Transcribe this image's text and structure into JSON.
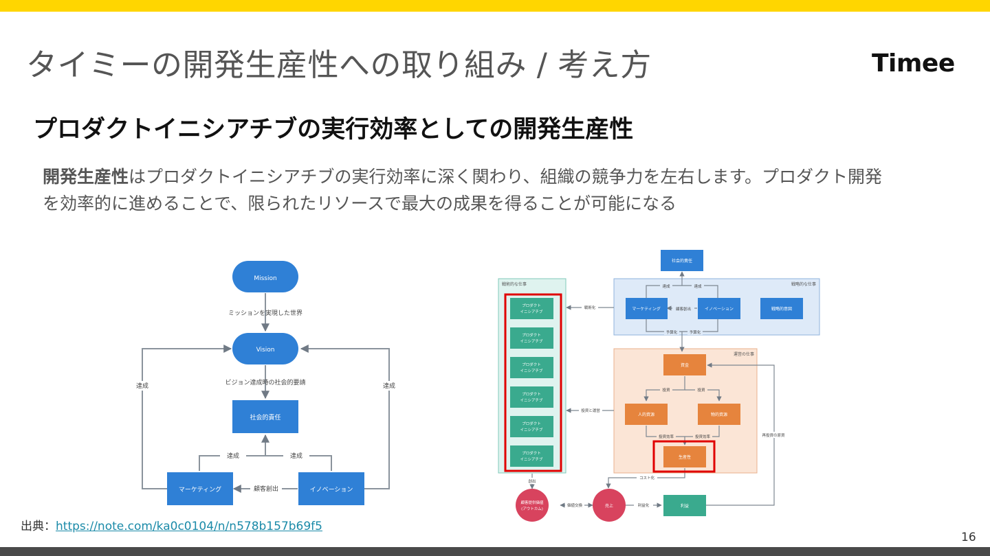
{
  "slide": {
    "title": "タイミーの開発生産性への取り組み / 考え方",
    "logo": "Timee",
    "subtitle": "プロダクトイニシアチブの実行効率としての開発生産性",
    "body_bold": "開発生産性",
    "body_rest": "はプロダクトイニシアチブの実行効率に深く関わり、組織の競争力を左右します。プロダクト開発を効率的に進めることで、限られたリソースで最大の成果を得ることが可能になる",
    "source_label": "出典：",
    "source_url": "https://note.com/ka0c0104/n/n578b157b69f5",
    "page_number": "16"
  },
  "left_diagram": {
    "mission": "Mission",
    "mission_to_vision": "ミッションを実現した世界",
    "vision": "Vision",
    "vision_to_social": "ビジョン達成時の社会的要請",
    "social": "社会的責任",
    "marketing": "マーケティング",
    "innovation": "イノベーション",
    "achieve": "達成",
    "customer_creation": "顧客創出"
  },
  "right_diagram": {
    "social": "社会的責任",
    "strategic_work": "戦略的な仕事",
    "tactical_work": "戦術的な仕事",
    "operational_work": "運営の仕事",
    "achieve": "達成",
    "tactization": "戦術化",
    "marketing": "マーケティング",
    "customer_creation": "顧客創出",
    "innovation": "イノベーション",
    "strategic_intent": "戦略的意図",
    "budgeting": "予算化",
    "initiative": "プロダクトイニシアチブ",
    "initiative_l1": "プロダクト",
    "initiative_l2": "イニシアチブ",
    "capital": "資金",
    "investment": "投資",
    "invest_operate": "投資と運営",
    "human_resources": "人的資源",
    "physical_resources": "物的資源",
    "investment_efficiency": "投資効率",
    "productivity": "生産性",
    "reinvest_source": "再投資の原資",
    "costing": "コスト化",
    "creation": "創出",
    "customer_value_l1": "顧客提供価値",
    "customer_value_l2": "(アウトカム)",
    "value_exchange": "価値交換",
    "sales": "売上",
    "profitization": "利益化",
    "profit": "利益"
  },
  "colors": {
    "accent_yellow": "#FFD600",
    "blue": "#2f80d6",
    "teal": "#3aaa8e",
    "orange": "#e6843d",
    "crimson": "#d8435e",
    "highlight_red": "#e00000"
  }
}
